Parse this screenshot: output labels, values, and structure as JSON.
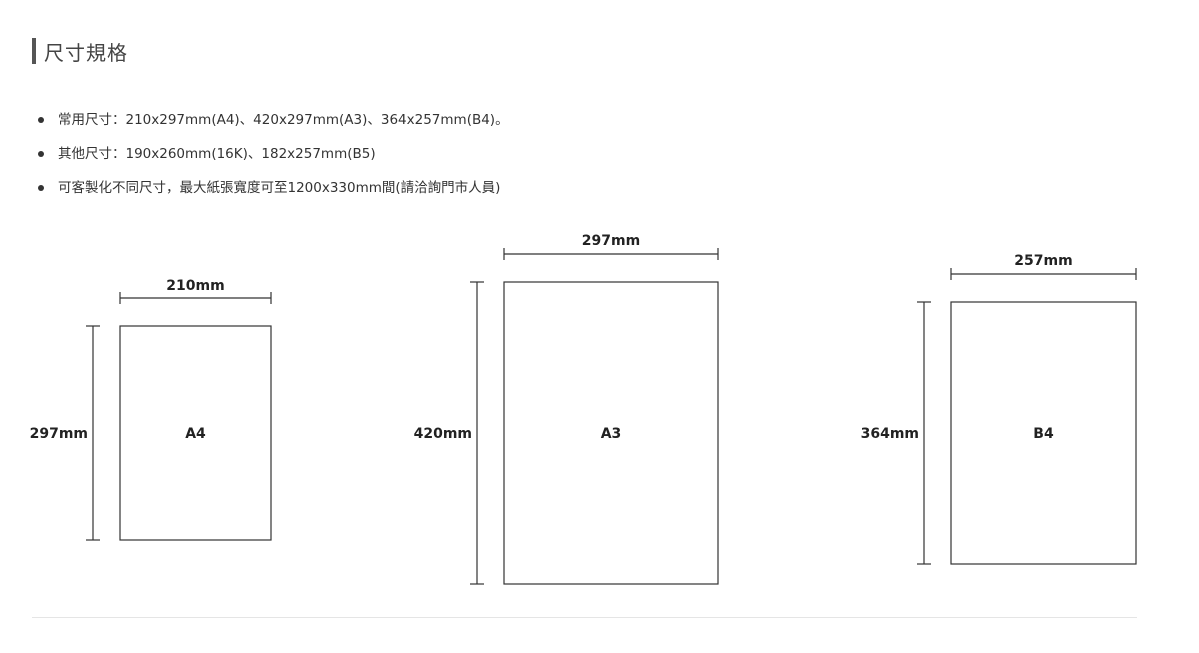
{
  "section": {
    "title": "尺寸規格"
  },
  "specs": [
    "常用尺寸：210x297mm(A4)、420x297mm(A3)、364x257mm(B4)。",
    "其他尺寸：190x260mm(16K)、182x257mm(B5)",
    "可客製化不同尺寸，最大紙張寬度可至1200x330mm間(請洽詢門市人員)"
  ],
  "papers": [
    {
      "name": "A4",
      "width_label": "210mm",
      "height_label": "297mm",
      "width_mm": 210,
      "height_mm": 297
    },
    {
      "name": "A3",
      "width_label": "297mm",
      "height_label": "420mm",
      "width_mm": 297,
      "height_mm": 420
    },
    {
      "name": "B4",
      "width_label": "257mm",
      "height_label": "364mm",
      "width_mm": 257,
      "height_mm": 364
    }
  ]
}
